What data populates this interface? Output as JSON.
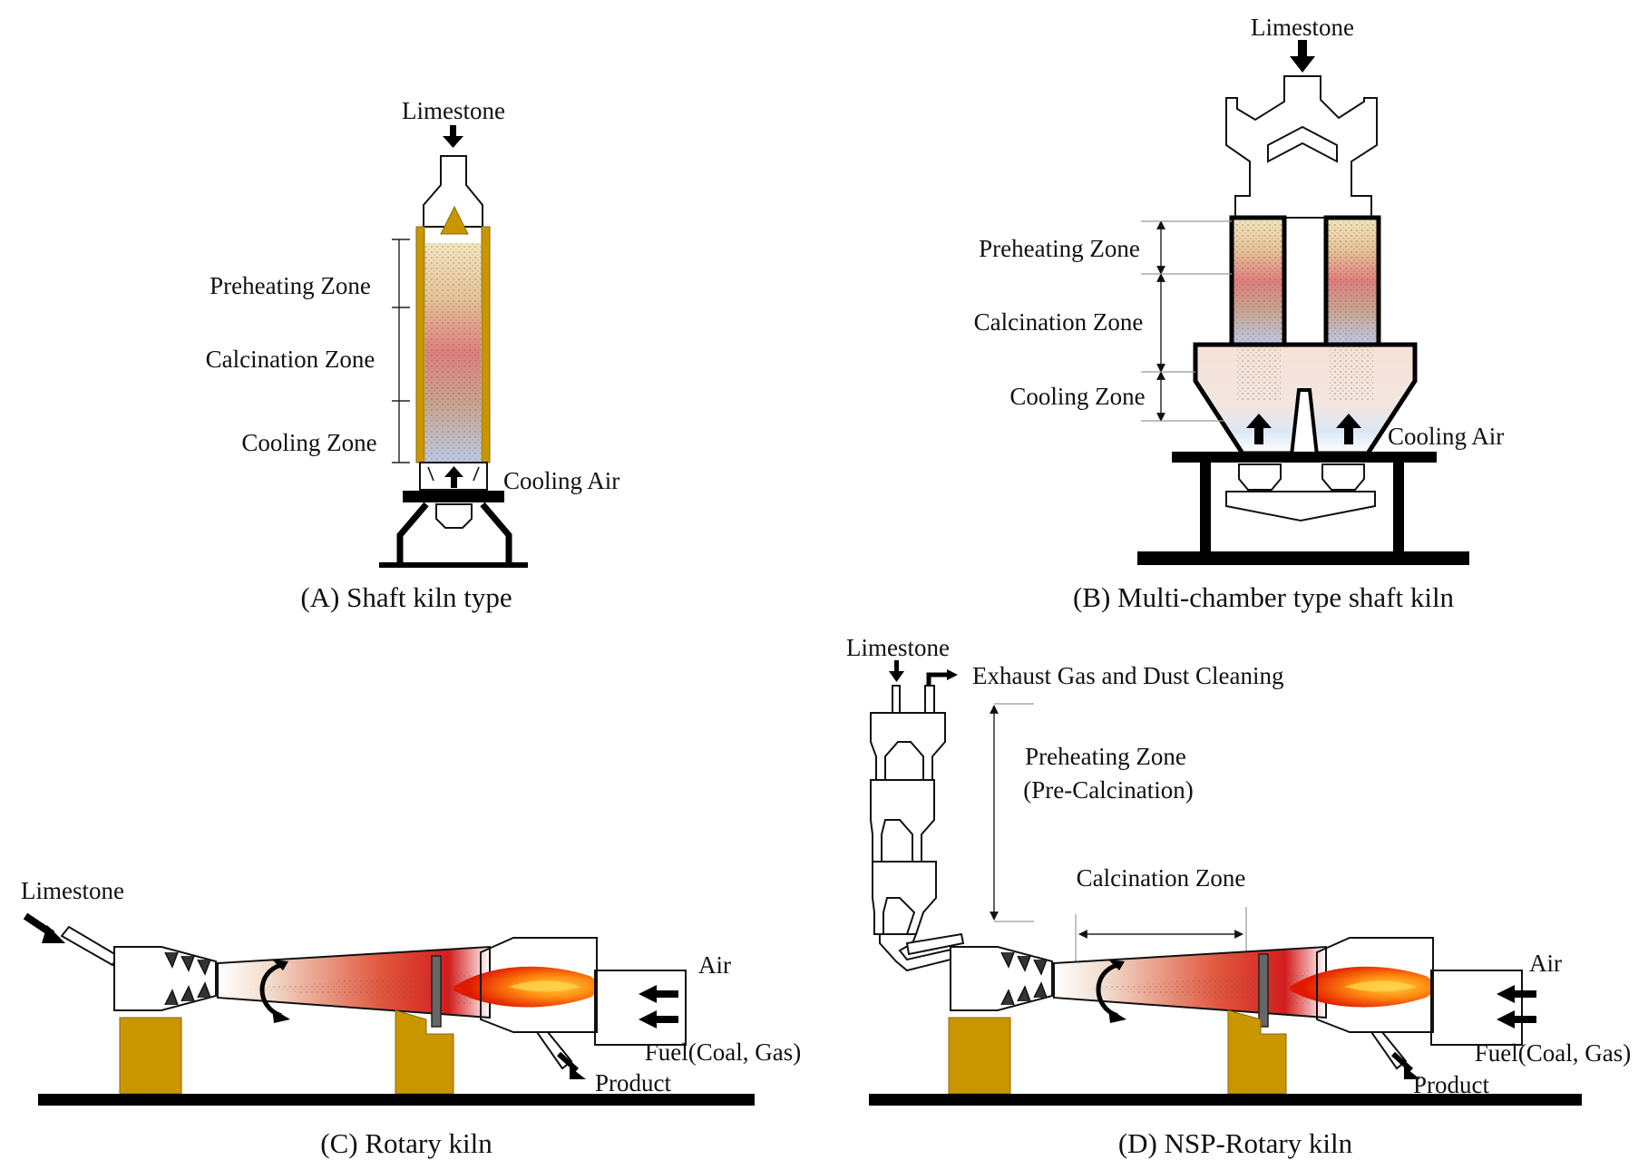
{
  "panels": {
    "a": {
      "caption": "(A)  Shaft  kiln  type",
      "limestone": "Limestone",
      "preheating": "Preheating Zone",
      "calcination": "Calcination Zone",
      "cooling": "Cooling Zone",
      "cooling_air": "Cooling Air"
    },
    "b": {
      "caption": "(B)  Multi-chamber  type  shaft  kiln",
      "limestone": "Limestone",
      "preheating": "Preheating Zone",
      "calcination": "Calcination Zone",
      "cooling": "Cooling Zone",
      "cooling_air": "Cooling Air"
    },
    "c": {
      "caption": "(C)  Rotary  kiln",
      "limestone": "Limestone",
      "air": "Air",
      "fuel": "Fuel(Coal, Gas)",
      "product": "Product"
    },
    "d": {
      "caption": "(D)  NSP-Rotary  kiln",
      "limestone": "Limestone",
      "exhaust": "Exhaust Gas and Dust Cleaning",
      "preheating": "Preheating Zone",
      "precalc": "(Pre-Calcination)",
      "calcination": "Calcination Zone",
      "air": "Air",
      "fuel": "Fuel(Coal, Gas)",
      "product": "Product"
    }
  },
  "colors": {
    "refractory_gold": "#c99600",
    "preheat": "#e8d29a",
    "calcination": "#e07a7a",
    "cooling": "#b9c8e0",
    "flame_outer": "#d81e00",
    "flame_inner": "#ffb000"
  },
  "icons": [
    "down-arrow-icon",
    "up-arrow-icon",
    "rotation-arrow-icon",
    "flame-icon"
  ]
}
